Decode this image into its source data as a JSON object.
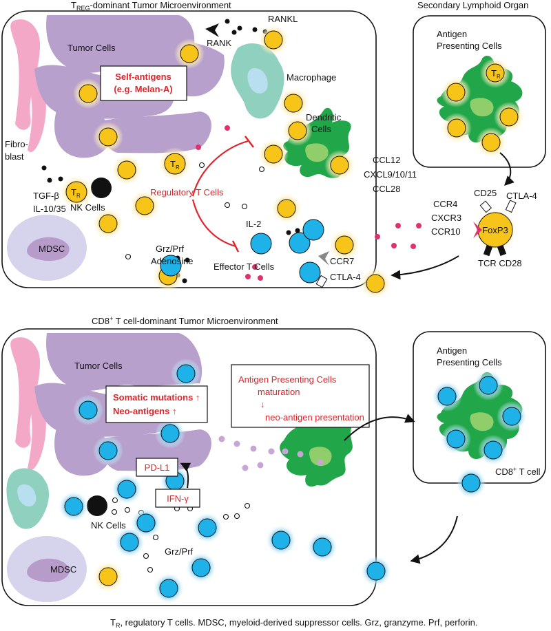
{
  "top_panel": {
    "title_main": "T",
    "title_sub": "REG",
    "title_rest": "-dominant Tumor Microenvironment",
    "tumor_cells": "Tumor Cells",
    "self_antigens_line1": "Self-antigens",
    "self_antigens_line2": "(e.g. Melan-A)",
    "rank": "RANK",
    "rankl": "RANKL",
    "macrophage": "Macrophage",
    "dendritic_line1": "Dendritic",
    "dendritic_line2": "Cells",
    "fibroblast_line1": "Fibro-",
    "fibroblast_line2": "blast",
    "tgf": "TGF-β",
    "il10": "IL-10/35",
    "nk_cells": "NK Cells",
    "regulatory_t_cells": "Regulatory T Cells",
    "il2": "IL-2",
    "grz_prf": "Grz/Prf",
    "adenosine": "Adenosine",
    "effector_t_cells": "Effector T Cells",
    "ccr7": "CCR7",
    "ctla4": "CTLA-4",
    "mdsc": "MDSC",
    "tr_main": "T",
    "tr_sub": "R"
  },
  "chemokines": {
    "ccl12": "CCL12",
    "cxcl": "CXCL9/10/11",
    "ccl28": "CCL28"
  },
  "treg_cell": {
    "cd25": "CD25",
    "ctla4": "CTLA-4",
    "ccr4": "CCR4",
    "cxcr3": "CXCR3",
    "ccr10": "CCR10",
    "foxp3": "FoxP3",
    "tcr_cd28": "TCR CD28"
  },
  "slo": {
    "title": "Secondary Lymphoid Organ",
    "apc_line1": "Antigen",
    "apc_line2": "Presenting Cells"
  },
  "bottom_panel": {
    "title_pre": "CD8",
    "title_sup": "+",
    "title_rest": " T cell-dominant Tumor Microenvironment",
    "tumor_cells": "Tumor Cells",
    "somatic": "Somatic mutations ↑",
    "neo": "Neo-antigens ↑",
    "apc_box_line1": "Antigen Presenting Cells",
    "apc_box_line2": "maturation",
    "apc_box_arrow": "↓",
    "apc_box_line3": "neo-antigen presentation",
    "pdl1": "PD-L1",
    "ifn": "IFN-γ",
    "nk_cells": "NK Cells",
    "grz_prf": "Grz/Prf",
    "mdsc": "MDSC",
    "apc_line1": "Antigen",
    "apc_line2": "Presenting Cells",
    "cd8_pre": "CD8",
    "cd8_sup": "+",
    "cd8_rest": " T cell"
  },
  "caption": {
    "tr_main": "T",
    "tr_sub": "R",
    "text": ", regulatory T cells. MDSC, myeloid-derived suppressor cells. Grz, granzyme. Prf, perforin."
  },
  "colors": {
    "tumor": "#b8a0cc",
    "fibroblast": "#f4a8c8",
    "macrophage": "#8fd0bf",
    "dendritic": "#22a64a",
    "dendritic_core": "#8fce6a",
    "treg": "#f7c51a",
    "treg_glow": "#fde69a",
    "effector": "#1fb2e8",
    "cd8_glow": "#9fd8f3",
    "mdsc": "#d6d3ec",
    "mdsc_core": "#b79cc9",
    "accent_red": "#e0242b",
    "magenta_dot": "#e0306e",
    "lilac_dot": "#c7a6d4"
  }
}
